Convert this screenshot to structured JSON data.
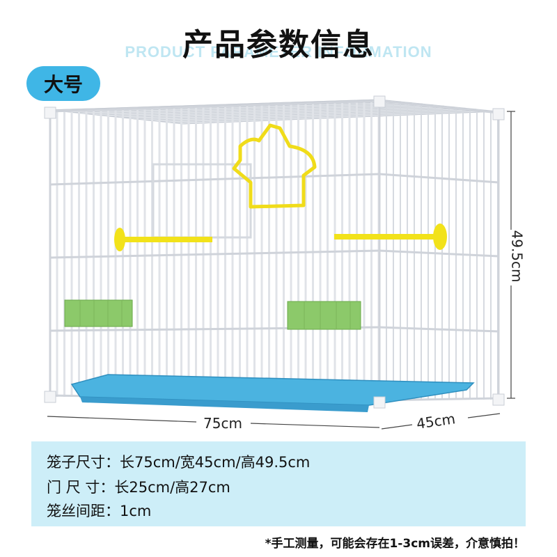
{
  "header": {
    "title": "产品参数信息",
    "subtitle": "PRODUCT PARAMETER INFORMATION"
  },
  "badge": {
    "label": "大号"
  },
  "dimensions": {
    "width": "75cm",
    "depth": "45cm",
    "height": "49.5cm"
  },
  "specs": [
    {
      "label": "笼子尺寸：",
      "value": "长75cm/宽45cm/高49.5cm"
    },
    {
      "label": "门 尺 寸：",
      "value": "长25cm/高27cm"
    },
    {
      "label": "笼丝间距：",
      "value": "1cm"
    }
  ],
  "note": "*手工测量，可能会存在1-3cm误差，介意慎拍！",
  "colors": {
    "badge": "#3fb6e6",
    "panel": "#cdeef8",
    "tray": "#4bb3e0",
    "feeder": "#8cc96a",
    "perch": "#f2e21a"
  }
}
